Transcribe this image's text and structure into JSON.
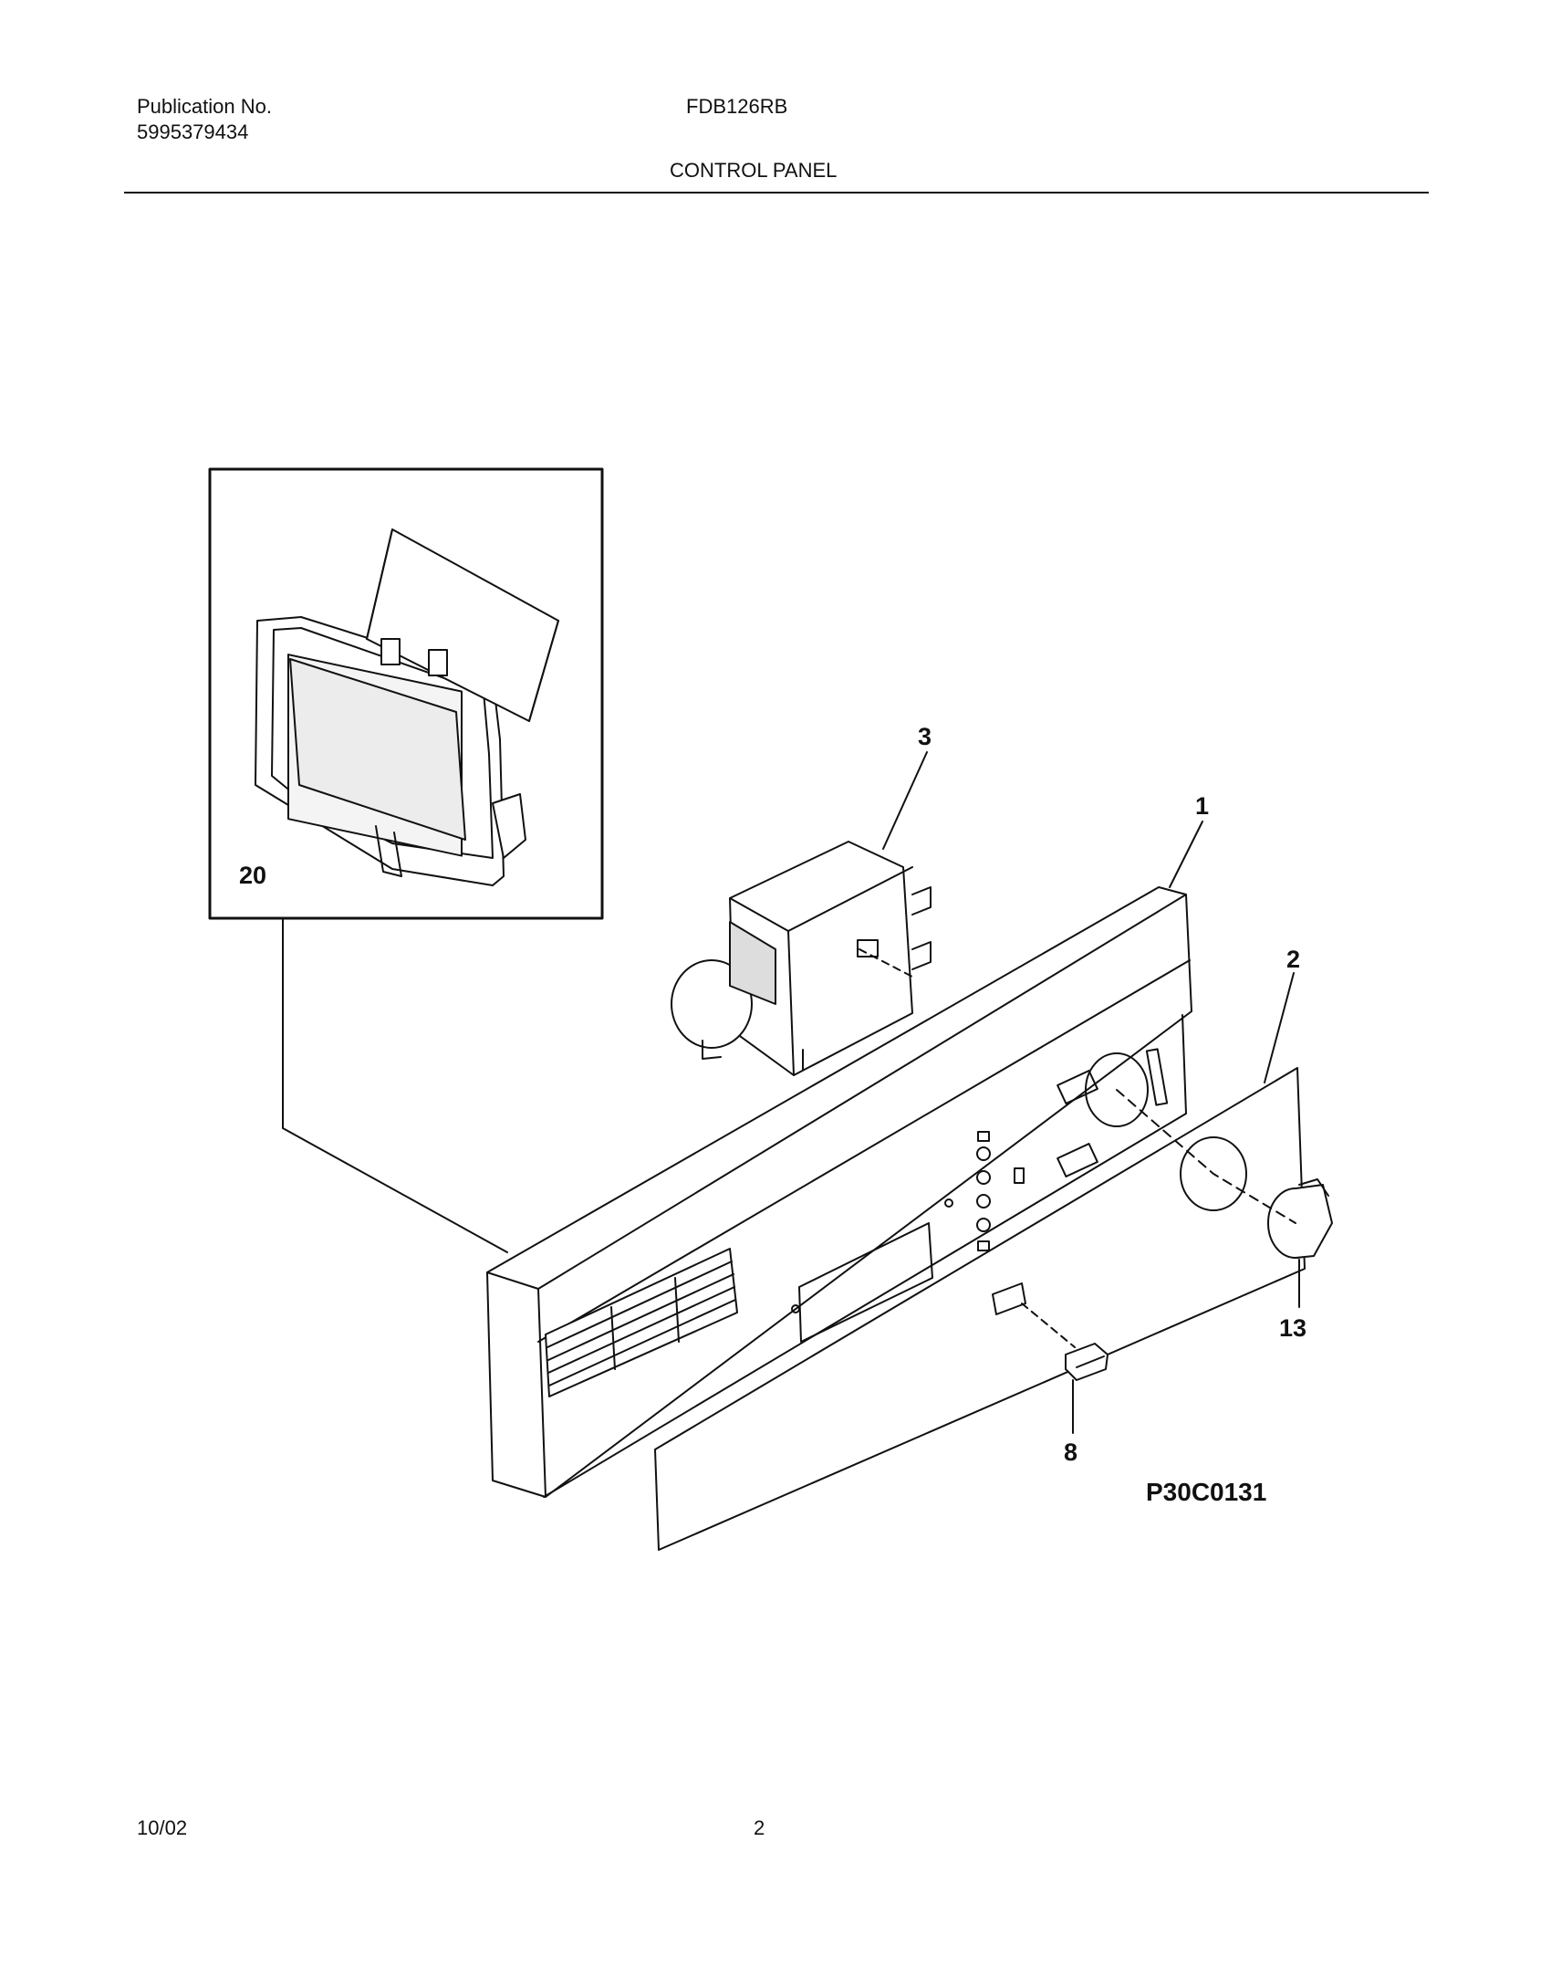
{
  "header": {
    "publication_label": "Publication No.",
    "publication_number": "5995379434",
    "model": "FDB126RB",
    "section_title": "CONTROL PANEL"
  },
  "diagram": {
    "callouts": {
      "c1": "1",
      "c2": "2",
      "c3": "3",
      "c8": "8",
      "c13": "13",
      "c20": "20"
    },
    "figure_code": "P30C0131"
  },
  "footer": {
    "date": "10/02",
    "page": "2"
  }
}
